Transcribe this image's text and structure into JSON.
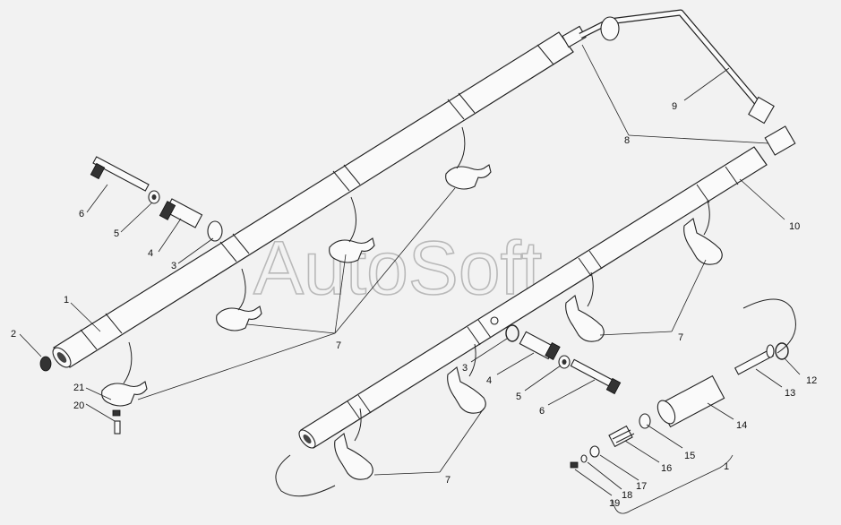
{
  "watermark": "AutoSoft",
  "callouts": {
    "c1_left": "1",
    "c2": "2",
    "c3_left": "3",
    "c4_left": "4",
    "c5_left": "5",
    "c6_left": "6",
    "c7_top": "7",
    "c7_right": "7",
    "c7_bottom": "7",
    "c8": "8",
    "c9": "9",
    "c10": "10",
    "c3_mid": "3",
    "c4_mid": "4",
    "c5_mid": "5",
    "c6_mid": "6",
    "c11": "1",
    "c12": "12",
    "c13": "13",
    "c14": "14",
    "c15": "15",
    "c16": "16",
    "c17": "17",
    "c18": "18",
    "c19": "19",
    "c20": "20",
    "c21": "21"
  }
}
